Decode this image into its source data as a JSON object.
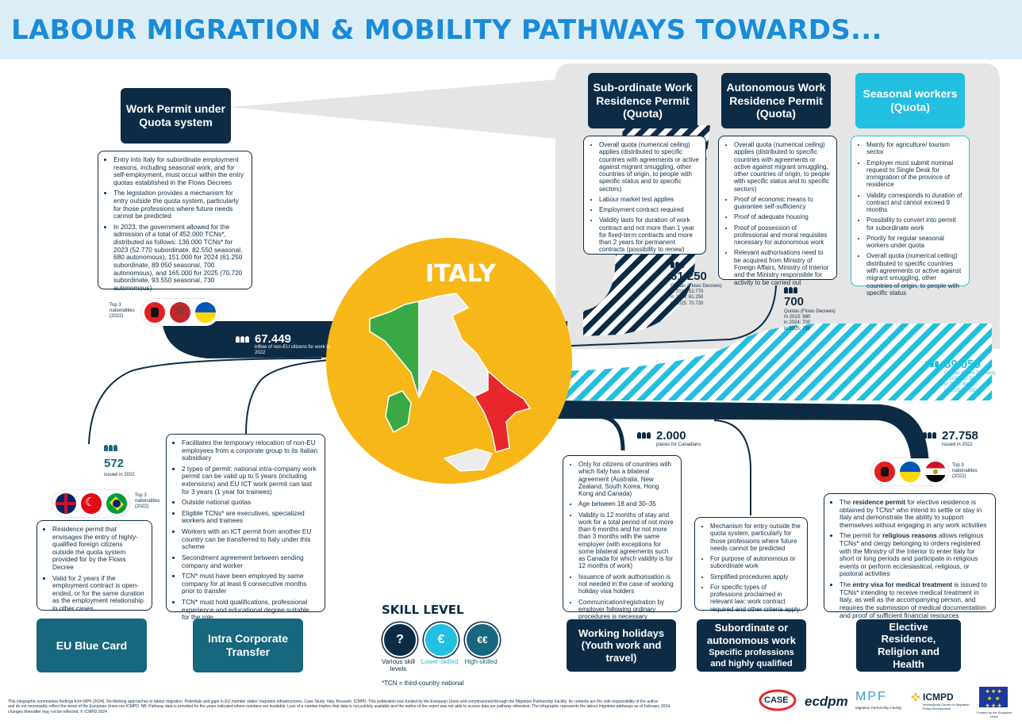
{
  "header": {
    "title": "LABOUR MIGRATION & MOBILITY PATHWAYS TOWARDS..."
  },
  "country": {
    "name": "ITALY"
  },
  "quota_permit": {
    "title": "Work Permit under Quota system",
    "bullets": [
      "Entry into Italy for subordinate employment reasons, including seasonal work, and for self-employment, must occur within the entry quotas established in the Flows Decrees",
      "The legislation provides a mechanism for entry outside the quota system, particularly for those professions where future needs cannot be predicted",
      "In 2023, the government allowed for the admission of a total of 452.000 TCNs*, distributed as follows: 136.000 TCNs* for 2023 (52.770 subordinate, 82.550 seasonal, 680 autonomous), 151.000 for 2024 (61.250 subordinate, 89.050 seasonal, 700 autonomous), and 165.000 for 2025 (70.720 subordinate, 93.550 seasonal, 730 autonomous)"
    ]
  },
  "subordinate": {
    "title": "Sub-ordinate Work Residence Permit (Quota)",
    "bullets": [
      "Overall quota (numerical ceiling) applies (distributed to specific countries with agreements or active against migrant smuggling, other countries of origin, to people with specific status and to specific sectors)",
      "Labour market test applies",
      "Employment contract required",
      "Validity lasts for duration of work contract and not more than 1 year for fixed-term contracts and more than 2 years for permanent contracts (possibility to renew)"
    ],
    "stat": {
      "number": "61.250",
      "caption": "Quotas (Flows Decrees)",
      "lines": [
        "in 2023: 52.770",
        "in 2024: 61.250",
        "in 2025: 70.720"
      ]
    }
  },
  "autonomous": {
    "title": "Autonomous Work Residence Permit (Quota)",
    "bullets": [
      "Overall quota (numerical ceiling) applies (distributed to specific countries with agreements or active against migrant smuggling, other countries of origin, to people with specific status and to specific sectors)",
      "Proof of economic means to guarantee self-sufficiency",
      "Proof of adequate housing",
      "Proof of possession of professional and moral requisites necessary for autonomous work",
      "Relevant authorisations need to be acquired from Ministry of Foreign Affairs, Ministry of Interior and the Ministry responsible for activity to be carried out"
    ],
    "stat": {
      "number": "700",
      "caption": "Quotas (Flows Decrees)",
      "lines": [
        "In 2023: 680",
        "in 2024: 700",
        "in 2025: 730"
      ]
    }
  },
  "seasonal": {
    "title": "Seasonal workers (Quota)",
    "bullets": [
      "Mainly for agriculture/ tourism sector",
      "Employer must submit nominal request to Single Desk for immigration of the province of residence",
      "Validity corresponds to duration of contract and cannot exceed 9 months",
      "Possibility to convert into permit for subordinate work",
      "Priority for regular seasonal workers under quota",
      "Overall quota (numerical ceiling) distributed to specific countries with agreements or active against migrant smuggling, other countries of origin, to people with specific status"
    ],
    "stat": {
      "number": "89.050",
      "caption": "Quotas (Flows Decrees)",
      "lines": [
        "in 2023: 82.550",
        "in 2024: 89.050",
        "in 2025: 93.550"
      ]
    }
  },
  "inflow": {
    "number": "67.449",
    "caption": "inflow of non-EU citizens for work in 2022"
  },
  "top3_left": {
    "label": "Top 3 nationalities (2022)",
    "flags": [
      "Albania",
      "Morocco",
      "Ukraine"
    ]
  },
  "blue_card": {
    "title": "EU Blue Card",
    "stat": {
      "number": "572",
      "caption": "issued in 2022"
    },
    "top3": {
      "label": "Top 3 nationalities (2022)",
      "flags": [
        "United Kingdom",
        "Turkey",
        "Brazil"
      ]
    },
    "bullets": [
      "Residence permit that envisages the entry of highly-qualified foreign citizens outside the quota system provided for by the Flows Decree",
      "Valid for 2 years if the employment contract is open-ended, or for the same duration as the employment relationship in other cases"
    ]
  },
  "ict": {
    "title": "Intra Corporate Transfer",
    "bullets": [
      "Facilitates the temporary relocation of non-EU employees from a corporate group to its Italian subsidiary",
      "2 types of permit: national intra-company work permit can be valid up to 5 years (including extensions) and EU ICT work permit can last for 3 years (1 year for trainees)",
      "Outside national quotas",
      "Eligible TCNs* are executives, specialized workers and trainees",
      "Workers with an ICT permit from another EU country can be transferred to Italy under this scheme",
      "Secondment agreement between sending company and worker",
      "TCN* must have been employed by same company for at least 6 consecutive months prior to transfer",
      "TCN* must hold qualifications, professional experience and educational degree suitable for the role"
    ]
  },
  "holidays": {
    "title": "Working holidays (Youth work and travel)",
    "stat": {
      "number": "2.000",
      "caption": "places for Canadians"
    },
    "bullets": [
      "Only for citizens of countries with which Italy has a bilateral agreement (Australia, New Zealand, South Korea, Hong Kong and Canada)",
      "Age between 18 and 30–35",
      "Validity is 12 months of stay and work for a total period of not more than 6 months and for not more than 3 months with the same employer (with exceptions for some bilateral agreements such as Canada for which validity is for 12 months of work)",
      "Issuance of work authorisation is not needed in the case of working holiday visa holders",
      "Communication/registration by employer following ordinary procedures is necessary"
    ]
  },
  "specific": {
    "title": "Subordinate or autonomous work",
    "subtitle": "Specific professions and highly qualified",
    "bullets": [
      "Mechanism for entry outside the quota system, particularly for those professions where future needs cannot be predicted",
      "For purpose of autonomous or subordinate work",
      "Simplified procedures apply",
      "For specific types of professions proclaimed in relevant law; work contract required and other criteria apply"
    ]
  },
  "elective": {
    "title": "Elective Residence, Religion and Health",
    "stat": {
      "number": "27.758",
      "caption": "issued in 2022"
    },
    "top3": {
      "label": "Top 3 nationalities (2022)",
      "flags": [
        "Albania",
        "Ukraine",
        "Egypt"
      ]
    },
    "b1": {
      "pre": "The ",
      "bold": "residence permit",
      "post": " for elective residence is obtained by TCNs* who intend to settle or stay in Italy and demonstrate the ability to support themselves without engaging in any work activities"
    },
    "b2": {
      "pre": "The permit for ",
      "bold": "religious reasons",
      "post": " allows religious TCNs* and clergy belonging to orders registered with the Ministry of the Interior to enter Italy for short or long periods and participate in religious events or perform ecclesiastical, religious, or pastoral activities"
    },
    "b3": {
      "pre": "The ",
      "bold": "entry visa for medical treatment",
      "post": " is issued to TCNs* intending to receive medical treatment in Italy, as well as the accompanying person, and requires the submission of medical documentation and proof of sufficient financial resources"
    }
  },
  "skill": {
    "title": "SKILL LEVEL",
    "levels": [
      {
        "label": "Various skill levels",
        "color": "#0d2b45",
        "glyph": "?"
      },
      {
        "label": "Lower-skilled",
        "color": "#22bfe0",
        "glyph": "€"
      },
      {
        "label": "High-skilled",
        "color": "#17677e",
        "glyph": "€€"
      }
    ],
    "note": "*TCN = third-country national"
  },
  "footer": {
    "line1": "This infographic summarises findings from MPF (2024). Re-thinking approaches to labour migration. Potentials and gaps in EU member states' migration infrastructures. Case Study: Italy. Brussels: ICMPD. This publication was funded by the European Union and commissioned through the Migration Partnership Facility. Its contents are the sole responsibility of the author",
    "line2": "and do not necessarily reflect the views of the European Union nor ICMPD. NB: Pathway data is provided for the years indicated where numbers are available. Lack of a number implies that data is not publicly available and the author of the report was not able to access data per pathway otherwise. The infographic represents the labour migration pathways as of February 2024,",
    "line3": "changes thereafter may not be reflected. © ICMPD 2024"
  },
  "logos": {
    "case": "CASE",
    "ecdpm": "ecdpm",
    "mpf": "MPF",
    "mpf_sub": "Migration Partnership Facility",
    "icmpd": "ICMPD",
    "icmpd_sub": "International Centre for Migration Policy Development",
    "eu": "Funded by the European Union"
  },
  "colors": {
    "navy": "#0d2b45",
    "teal": "#17677e",
    "cyan": "#22bfe0",
    "blue_title": "#1a8bd8",
    "yellow": "#f7b718",
    "grey_panel": "#e5e5e5"
  }
}
